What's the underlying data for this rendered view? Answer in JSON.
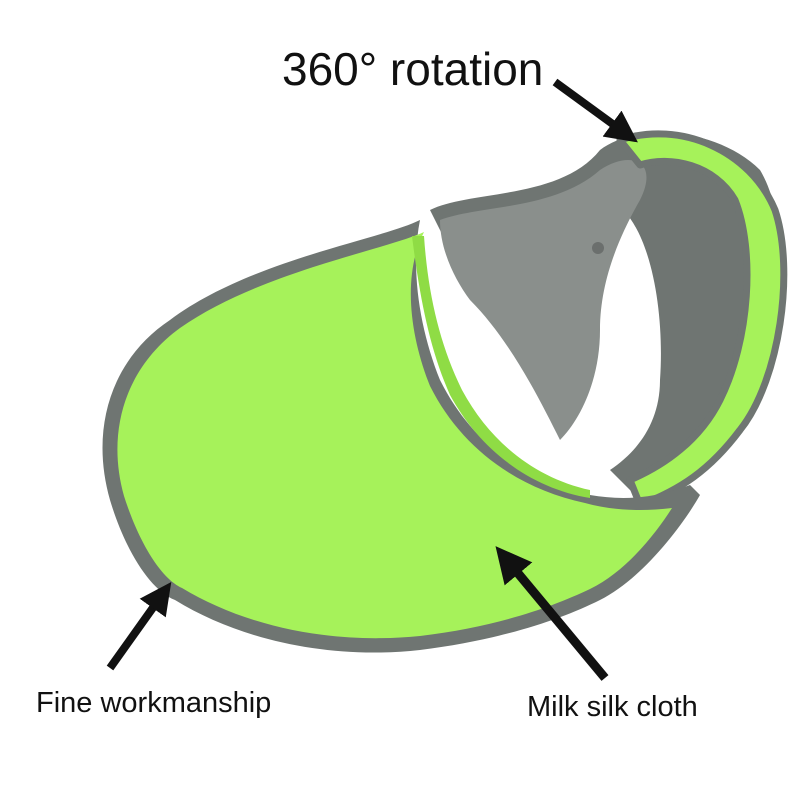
{
  "labels": {
    "rotation": "360° rotation",
    "workmanship": "Fine workmanship",
    "cloth": "Milk silk cloth"
  },
  "colors": {
    "fabric_green": "#a6f25a",
    "fabric_shadow": "#8fdc45",
    "trim_gray": "#6f7572",
    "inner_gray": "#8a8f8c",
    "arrow": "#111111"
  },
  "icons": [
    "arrow-icon",
    "arrow-icon",
    "arrow-icon"
  ]
}
